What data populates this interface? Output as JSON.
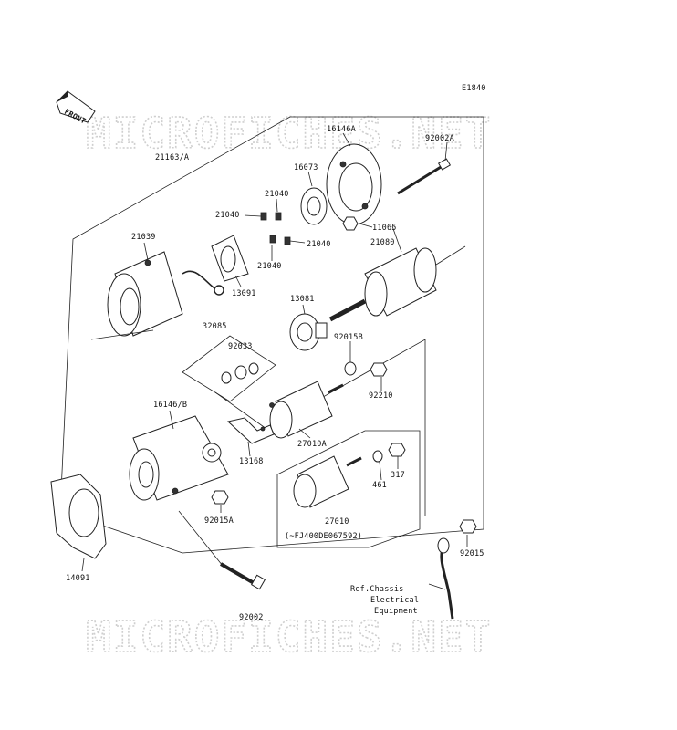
{
  "diagram_code": "E1840",
  "front_label": "FRONT",
  "watermarks": [
    "MICROFICHES.NET",
    "MICROFICHES.NET"
  ],
  "parts": {
    "p21163A": "21163/A",
    "p16146A": "16146A",
    "p92002A": "92002A",
    "p16073": "16073",
    "p21040a": "21040",
    "p21040b": "21040",
    "p21040c": "21040",
    "p21040d": "21040",
    "p11065": "11065",
    "p21080": "21080",
    "p21039": "21039",
    "p13091": "13091",
    "p13081": "13081",
    "p32085": "32085",
    "p92033": "92033",
    "p92015B": "92015B",
    "p92210": "92210",
    "p16146B": "16146/B",
    "p27010A": "27010A",
    "p13168": "13168",
    "p317": "317",
    "p461": "461",
    "p27010": "27010",
    "p_serial": "(~FJ400DE067592)",
    "p92015A": "92015A",
    "p92015": "92015",
    "p14091": "14091",
    "p92002": "92002"
  },
  "ref_note": [
    "Ref.Chassis",
    "Electrical",
    "Equipment"
  ]
}
